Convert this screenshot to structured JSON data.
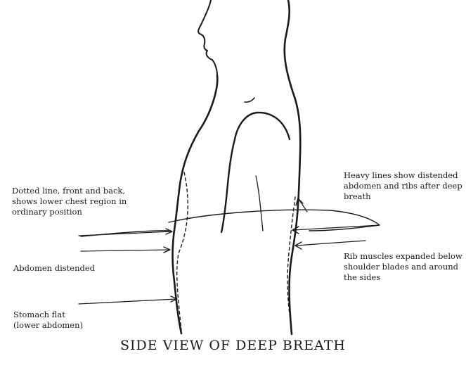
{
  "diagram": {
    "title": "SIDE VIEW OF DEEP BREATH",
    "labels": {
      "dotted_line": [
        "Dotted line, front and back,",
        "shows lower chest region in",
        "ordinary position"
      ],
      "heavy_lines": [
        "Heavy lines show distended",
        "abdomen and ribs after deep",
        "breath"
      ],
      "abdomen": [
        "Abdomen distended"
      ],
      "rib_muscles": [
        "Rib muscles expanded below",
        "shoulder blades and around",
        "the sides"
      ],
      "stomach": [
        "Stomach flat",
        "(lower abdomen)"
      ]
    },
    "colors": {
      "ink": "#1a1a1a",
      "paper": "#ffffff"
    }
  }
}
